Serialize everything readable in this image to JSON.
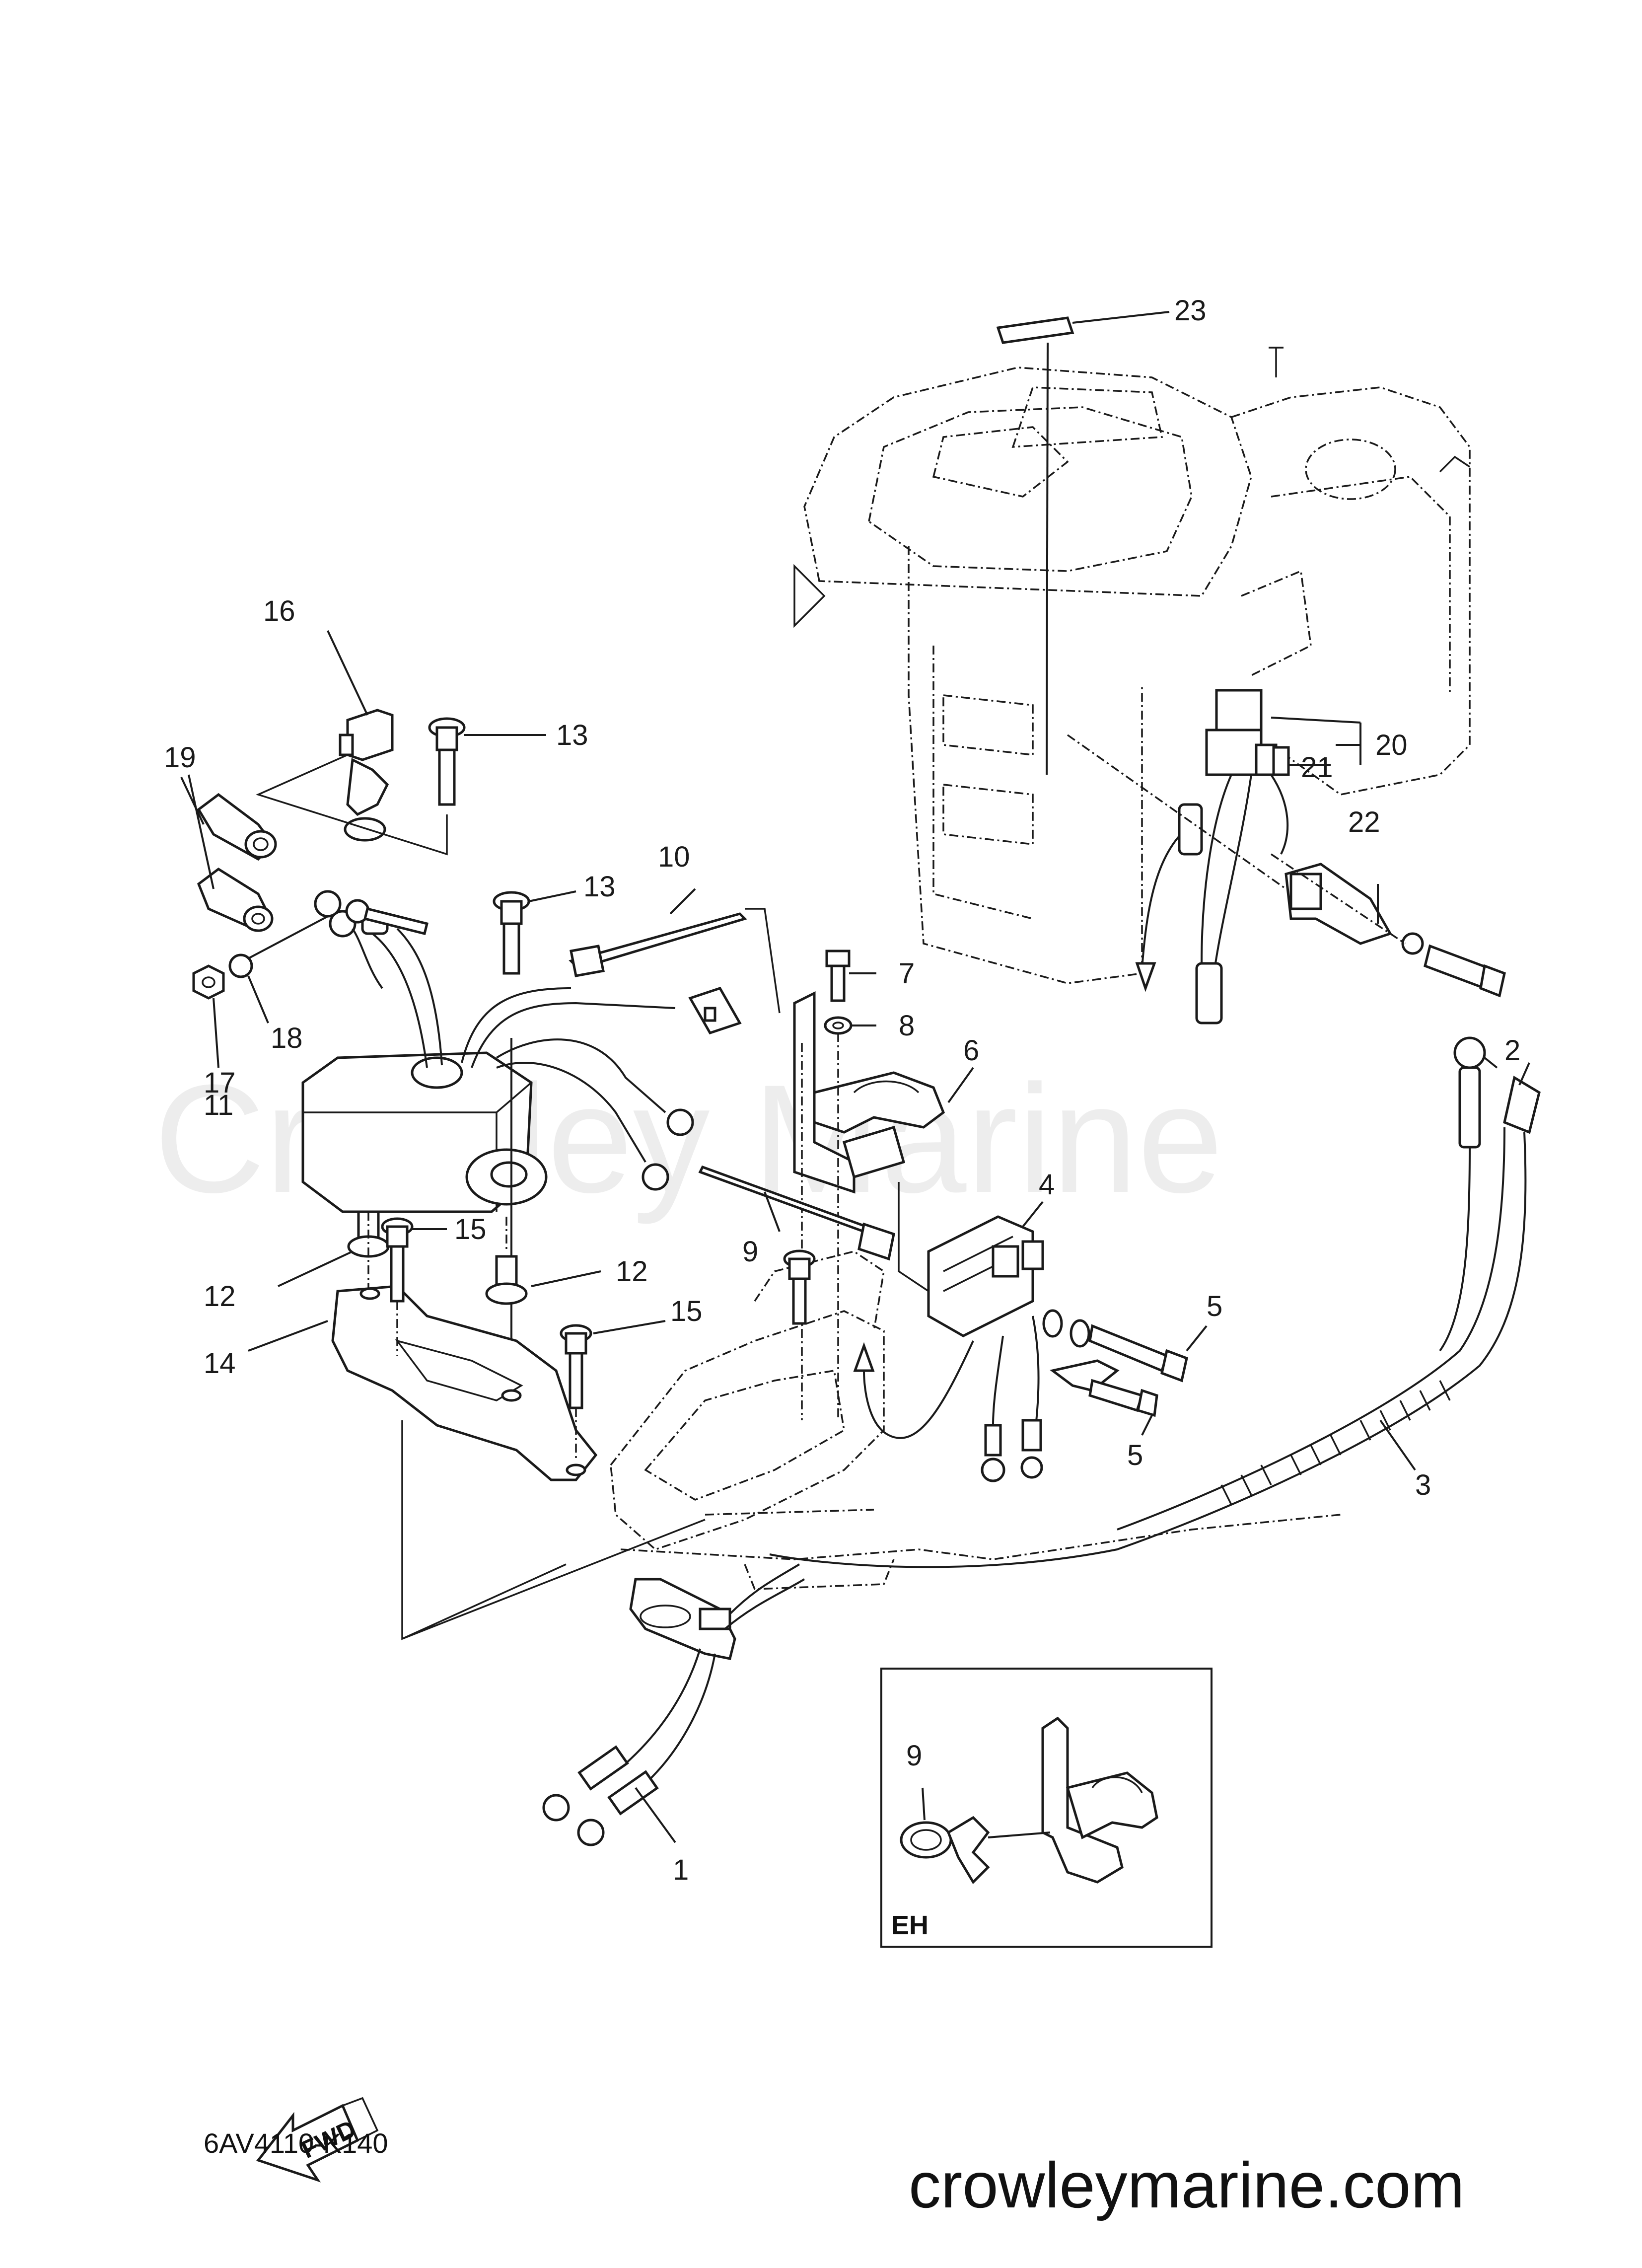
{
  "watermark": "Crowley Marine",
  "site_label": "crowleymarine.com",
  "diagram_code": "6AV4110-K140",
  "inset_label": "EH",
  "fwd_label": "FWD",
  "callouts": {
    "c1": "1",
    "c2": "2",
    "c3": "3",
    "c4": "4",
    "c5a": "5",
    "c5b": "5",
    "c6": "6",
    "c7": "7",
    "c8": "8",
    "c9a": "9",
    "c9b": "9",
    "c10": "10",
    "c11": "11",
    "c12a": "12",
    "c12b": "12",
    "c13a": "13",
    "c13b": "13",
    "c14": "14",
    "c15a": "15",
    "c15b": "15",
    "c16": "16",
    "c17": "17",
    "c18": "18",
    "c19": "19",
    "c20": "20",
    "c21": "21",
    "c22": "22",
    "c23": "23"
  }
}
